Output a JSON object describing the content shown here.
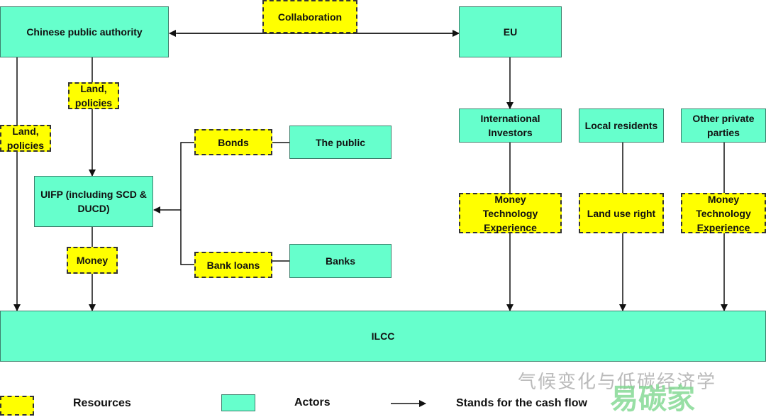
{
  "colors": {
    "actor": "#66ffcc",
    "resource": "#ffff00",
    "line": "#111111"
  },
  "actors": {
    "chinese_public_authority": "Chinese public authority",
    "eu": "EU",
    "uifp": "UIFP (including SCD & DUCD)",
    "the_public": "The public",
    "banks": "Banks",
    "international_investors": "International Investors",
    "local_residents": "Local residents",
    "other_private_parties": "Other private parties",
    "ilcc": "ILCC"
  },
  "resources": {
    "collaboration": "Collaboration",
    "land_policies_1": "Land, policies",
    "land_policies_2": "Land, policies",
    "money": "Money",
    "bonds": "Bonds",
    "bank_loans": "Bank loans",
    "intl_resources": "Money Technology Experience",
    "land_use_right": "Land use right",
    "other_resources": "Money Technology Experience"
  },
  "legend": {
    "resources": "Resources",
    "actors": "Actors",
    "cash_flow": "Stands for the cash flow"
  },
  "watermark": {
    "text": "气候变化与低碳经济学",
    "logo": "易碳家 tanjiaoyi .com"
  }
}
